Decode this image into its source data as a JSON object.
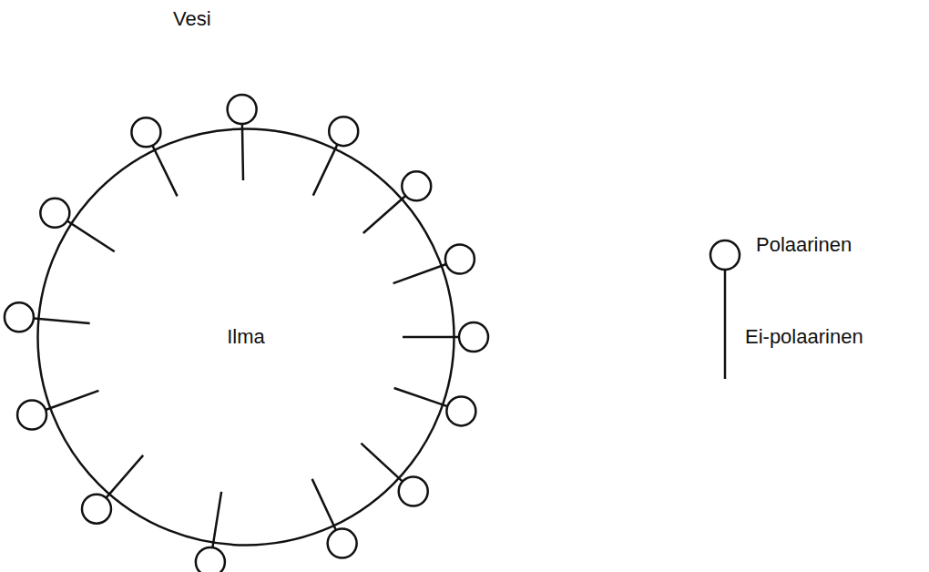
{
  "diagram": {
    "nodes": [
      {
        "text": [
          "Ilma"
        ]
      }
    ],
    "labels": [
      "Vesi"
    ],
    "legend": [
      {
        "text": "Polaarinen"
      },
      {
        "text": "Ei-polaarinen"
      }
    ]
  }
}
